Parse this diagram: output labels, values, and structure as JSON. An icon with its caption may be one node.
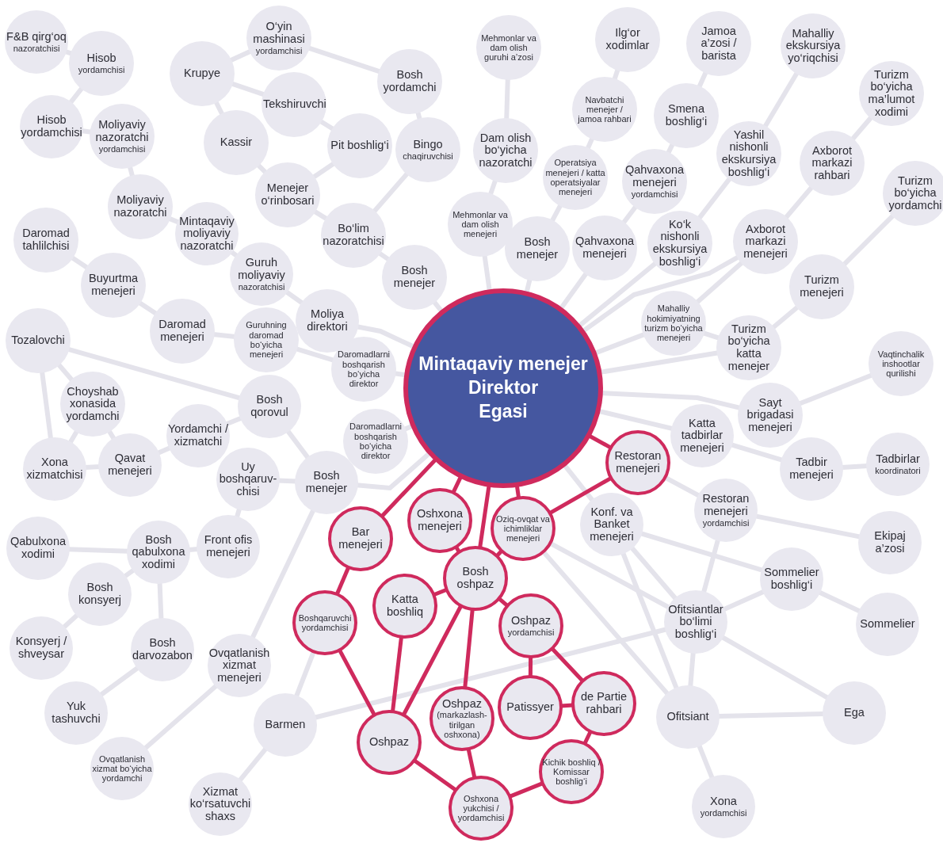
{
  "diagram": {
    "nodes": [
      {
        "text": [
          "Mintaqaviy menejer",
          "Direktor",
          "Egasi"
        ]
      },
      {
        "text": [
          "F&B qirg‘oq",
          "nazoratchisi"
        ]
      },
      {
        "text": [
          "Hisob",
          "yordamchisi"
        ]
      },
      {
        "text": [
          "Hisob yordamchisi"
        ]
      },
      {
        "text": [
          "Moliyaviy nazoratchi",
          "yordamchisi"
        ]
      },
      {
        "text": [
          "Moliyaviy nazoratchi"
        ]
      },
      {
        "text": [
          "Mintaqaviy moliyaviy nazoratchi"
        ]
      },
      {
        "text": [
          "Guruh moliyaviy",
          "nazoratchisi"
        ]
      },
      {
        "text": [
          "Moliya direktori"
        ]
      },
      {
        "text": [
          "Krupye"
        ]
      },
      {
        "text": [
          "O‘yin mashinasi",
          "yordamchisi"
        ]
      },
      {
        "text": [
          "Tekshiruvchi"
        ]
      },
      {
        "text": [
          "Kassir"
        ]
      },
      {
        "text": [
          "Menejer o‘rinbosari"
        ]
      },
      {
        "text": [
          "Pit boshlig‘i"
        ]
      },
      {
        "text": [
          "Bosh yordamchi"
        ]
      },
      {
        "text": [
          "Bingo",
          "chaqiruvchisi"
        ]
      },
      {
        "text": [
          "Bo‘lim nazoratchisi"
        ]
      },
      {
        "text": [
          "Bosh menejer"
        ]
      },
      {
        "text": [
          "Mehmonlar va dam olish guruhi a’zosi"
        ]
      },
      {
        "text": [
          "Dam olish bo‘yicha nazoratchi"
        ]
      },
      {
        "text": [
          "Mehmonlar va dam olish menejeri"
        ]
      },
      {
        "text": [
          "Bosh menejer"
        ]
      },
      {
        "text": [
          "Ilg‘or xodimlar"
        ]
      },
      {
        "text": [
          "Navbatchi menejer / jamoa rahbari"
        ]
      },
      {
        "text": [
          "Operatsiya menejeri / katta operatsiyalar menejeri"
        ]
      },
      {
        "text": [
          "Qahvaxona menejeri"
        ]
      },
      {
        "text": [
          "Jamoa a’zosi / barista"
        ]
      },
      {
        "text": [
          "Smena boshlig‘i"
        ]
      },
      {
        "text": [
          "Qahvaxona menejeri",
          "yordamchisi"
        ]
      },
      {
        "text": [
          "Mahalliy ekskursiya yo‘riqchisi"
        ]
      },
      {
        "text": [
          "Yashil nishonli ekskursiya boshlig‘i"
        ]
      },
      {
        "text": [
          "Ko‘k nishonli ekskursiya boshlig‘i"
        ]
      },
      {
        "text": [
          "Turizm bo‘yicha ma’lumot xodimi"
        ]
      },
      {
        "text": [
          "Axborot markazi rahbari"
        ]
      },
      {
        "text": [
          "Axborot markazi menejeri"
        ]
      },
      {
        "text": [
          "Turizm bo‘yicha yordamchi"
        ]
      },
      {
        "text": [
          "Turizm menejeri"
        ]
      },
      {
        "text": [
          "Mahalliy hokimiyatning turizm bo‘yicha menejeri"
        ]
      },
      {
        "text": [
          "Turizm bo‘yicha katta menejer"
        ]
      },
      {
        "text": [
          "Vaqtinchalik inshootlar qurilishi"
        ]
      },
      {
        "text": [
          "Sayt brigadasi menejeri"
        ]
      },
      {
        "text": [
          "Katta tadbirlar menejeri"
        ]
      },
      {
        "text": [
          "Tadbir menejeri"
        ]
      },
      {
        "text": [
          "Tadbirlar",
          "koordinatori"
        ]
      },
      {
        "text": [
          "Restoran menejeri"
        ]
      },
      {
        "text": [
          "Restoran menejeri",
          "yordamchisi"
        ]
      },
      {
        "text": [
          "Ekipaj a’zosi"
        ]
      },
      {
        "text": [
          "Sommelier boshlig‘i"
        ]
      },
      {
        "text": [
          "Sommelier"
        ]
      },
      {
        "text": [
          "Konf. va Banket menejeri"
        ]
      },
      {
        "text": [
          "Ofitsiantlar bo‘limi boshlig‘i"
        ]
      },
      {
        "text": [
          "Ofitsiant"
        ]
      },
      {
        "text": [
          "Ega"
        ]
      },
      {
        "text": [
          "Xona",
          "yordamchisi"
        ]
      },
      {
        "text": [
          "Daromad tahlilchisi"
        ]
      },
      {
        "text": [
          "Buyurtma menejeri"
        ]
      },
      {
        "text": [
          "Daromad menejeri"
        ]
      },
      {
        "text": [
          "Guruhning daromad bo‘yicha menejeri"
        ]
      },
      {
        "text": [
          "Daromadlarni boshqarish bo‘yicha direktor"
        ]
      },
      {
        "text": [
          "Daromadlarni boshqarish bo‘yicha direktor"
        ]
      },
      {
        "text": [
          "Tozalovchi"
        ]
      },
      {
        "text": [
          "Choyshab xonasida yordamchi"
        ]
      },
      {
        "text": [
          "Xona xizmatchisi"
        ]
      },
      {
        "text": [
          "Qavat menejeri"
        ]
      },
      {
        "text": [
          "Yordamchi / xizmatchi"
        ]
      },
      {
        "text": [
          "Bosh qorovul"
        ]
      },
      {
        "text": [
          "Uy boshqaruv- chisi"
        ]
      },
      {
        "text": [
          "Bosh menejer"
        ]
      },
      {
        "text": [
          "Qabulxona xodimi"
        ]
      },
      {
        "text": [
          "Bosh qabulxona xodimi"
        ]
      },
      {
        "text": [
          "Front ofis menejeri"
        ]
      },
      {
        "text": [
          "Bosh konsyerj"
        ]
      },
      {
        "text": [
          "Konsyerj / shveysar"
        ]
      },
      {
        "text": [
          "Bosh darvozabon"
        ]
      },
      {
        "text": [
          "Yuk tashuvchi"
        ]
      },
      {
        "text": [
          "Ovqatlanish xizmat bo‘yicha yordamchi"
        ]
      },
      {
        "text": [
          "Ovqatlanish xizmat menejeri"
        ]
      },
      {
        "text": [
          "Barmen"
        ]
      },
      {
        "text": [
          "Xizmat ko‘rsatuvchi shaxs"
        ]
      },
      {
        "text": [
          "Bar menejeri"
        ]
      },
      {
        "text": [
          "Oshxona menejeri"
        ]
      },
      {
        "text": [
          "Oziq-ovqat va ichimliklar menejeri"
        ]
      },
      {
        "text": [
          "Bosh oshpaz"
        ]
      },
      {
        "text": [
          "Katta boshliq"
        ]
      },
      {
        "text": [
          "Oshpaz",
          "yordamchisi"
        ]
      },
      {
        "text": [
          "Boshqaruvchi yordamchisi"
        ]
      },
      {
        "text": [
          "Oshpaz"
        ]
      },
      {
        "text": [
          "Oshpaz",
          "(markazlash- tirilgan oshxona)"
        ]
      },
      {
        "text": [
          "Patissyer"
        ]
      },
      {
        "text": [
          "de Partie rahbari"
        ]
      },
      {
        "text": [
          "Kichik boshliq / Komissar boshlig‘i"
        ]
      },
      {
        "text": [
          "Oshxona yukchisi / yordamchisi"
        ]
      }
    ],
    "edges": [
      {
        "from": 1,
        "to": 2,
        "arrow": "none"
      },
      {
        "from": 2,
        "to": 3,
        "arrow": "none"
      },
      {
        "from": 3,
        "to": 4,
        "arrow": "none"
      },
      {
        "from": 4,
        "to": 5,
        "arrow": "none"
      },
      {
        "from": 5,
        "to": 6,
        "arrow": "none"
      },
      {
        "from": 6,
        "to": 7,
        "arrow": "none"
      },
      {
        "from": 7,
        "to": 8,
        "arrow": "none"
      },
      {
        "from": 8,
        "to": 0,
        "arrow": "none"
      },
      {
        "from": 9,
        "to": 10,
        "arrow": "none"
      },
      {
        "from": 10,
        "to": 15,
        "arrow": "none"
      },
      {
        "from": 9,
        "to": 11,
        "arrow": "none"
      },
      {
        "from": 9,
        "to": 12,
        "arrow": "none"
      },
      {
        "from": 12,
        "to": 13,
        "arrow": "none"
      },
      {
        "from": 11,
        "to": 14,
        "arrow": "none"
      },
      {
        "from": 13,
        "to": 14,
        "arrow": "none"
      },
      {
        "from": 13,
        "to": 17,
        "arrow": "none"
      },
      {
        "from": 15,
        "to": 16,
        "arrow": "none"
      },
      {
        "from": 16,
        "to": 17,
        "arrow": "none"
      },
      {
        "from": 17,
        "to": 18,
        "arrow": "none"
      },
      {
        "from": 18,
        "to": 0,
        "arrow": "none"
      },
      {
        "from": 19,
        "to": 20,
        "arrow": "none"
      },
      {
        "from": 20,
        "to": 21,
        "arrow": "none"
      },
      {
        "from": 21,
        "to": 0,
        "arrow": "none"
      },
      {
        "from": 23,
        "to": 24,
        "arrow": "none"
      },
      {
        "from": 24,
        "to": 25,
        "arrow": "none"
      },
      {
        "from": 25,
        "to": 22,
        "arrow": "none"
      },
      {
        "from": 22,
        "to": 0,
        "arrow": "none"
      },
      {
        "from": 27,
        "to": 28,
        "arrow": "none"
      },
      {
        "from": 28,
        "to": 29,
        "arrow": "none"
      },
      {
        "from": 29,
        "to": 26,
        "arrow": "none"
      },
      {
        "from": 26,
        "to": 0,
        "arrow": "none"
      },
      {
        "from": 30,
        "to": 31,
        "arrow": "none"
      },
      {
        "from": 31,
        "to": 32,
        "arrow": "none"
      },
      {
        "from": 32,
        "to": 0,
        "arrow": "none"
      },
      {
        "from": 33,
        "to": 34,
        "arrow": "none"
      },
      {
        "from": 34,
        "to": 35,
        "arrow": "none"
      },
      {
        "from": 35,
        "to": 0,
        "arrow": "none"
      },
      {
        "from": 35,
        "to": 38,
        "arrow": "none"
      },
      {
        "from": 38,
        "to": 0,
        "arrow": "none"
      },
      {
        "from": 38,
        "to": 39,
        "arrow": "none"
      },
      {
        "from": 39,
        "to": 0,
        "arrow": "none"
      },
      {
        "from": 36,
        "to": 37,
        "arrow": "none"
      },
      {
        "from": 37,
        "to": 39,
        "arrow": "none"
      },
      {
        "from": 40,
        "to": 41,
        "arrow": "none"
      },
      {
        "from": 41,
        "to": 0,
        "arrow": "none"
      },
      {
        "from": 42,
        "to": 0,
        "arrow": "none"
      },
      {
        "from": 42,
        "to": 43,
        "arrow": "none"
      },
      {
        "from": 43,
        "to": 44,
        "arrow": "none"
      },
      {
        "from": 45,
        "to": 46,
        "arrow": "none"
      },
      {
        "from": 46,
        "to": 47,
        "arrow": "none"
      },
      {
        "from": 46,
        "to": 51,
        "arrow": "none"
      },
      {
        "from": 50,
        "to": 0,
        "arrow": "none"
      },
      {
        "from": 50,
        "to": 48,
        "arrow": "none"
      },
      {
        "from": 50,
        "to": 51,
        "arrow": "none"
      },
      {
        "from": 50,
        "to": 52,
        "arrow": "none"
      },
      {
        "from": 82,
        "to": 51,
        "arrow": "none"
      },
      {
        "from": 82,
        "to": 52,
        "arrow": "none"
      },
      {
        "from": 78,
        "to": 51,
        "arrow": "none"
      },
      {
        "from": 51,
        "to": 48,
        "arrow": "none"
      },
      {
        "from": 48,
        "to": 49,
        "arrow": "none"
      },
      {
        "from": 51,
        "to": 52,
        "arrow": "none"
      },
      {
        "from": 51,
        "to": 53,
        "arrow": "none"
      },
      {
        "from": 52,
        "to": 53,
        "arrow": "none"
      },
      {
        "from": 52,
        "to": 54,
        "arrow": "none"
      },
      {
        "from": 55,
        "to": 56,
        "arrow": "none"
      },
      {
        "from": 56,
        "to": 57,
        "arrow": "none"
      },
      {
        "from": 57,
        "to": 58,
        "arrow": "none"
      },
      {
        "from": 58,
        "to": 59,
        "arrow": "none"
      },
      {
        "from": 59,
        "to": 0,
        "arrow": "none"
      },
      {
        "from": 60,
        "to": 0,
        "arrow": "none"
      },
      {
        "from": 61,
        "to": 62,
        "arrow": "none"
      },
      {
        "from": 61,
        "to": 63,
        "arrow": "none"
      },
      {
        "from": 61,
        "to": 66,
        "arrow": "none"
      },
      {
        "from": 62,
        "to": 63,
        "arrow": "none"
      },
      {
        "from": 62,
        "to": 64,
        "arrow": "none"
      },
      {
        "from": 63,
        "to": 64,
        "arrow": "none"
      },
      {
        "from": 64,
        "to": 65,
        "arrow": "none"
      },
      {
        "from": 65,
        "to": 66,
        "arrow": "none"
      },
      {
        "from": 66,
        "to": 68,
        "arrow": "none"
      },
      {
        "from": 67,
        "to": 68,
        "arrow": "none"
      },
      {
        "from": 68,
        "to": 0,
        "arrow": "none"
      },
      {
        "from": 68,
        "to": 77,
        "arrow": "none"
      },
      {
        "from": 67,
        "to": 71,
        "arrow": "none"
      },
      {
        "from": 70,
        "to": 71,
        "arrow": "none"
      },
      {
        "from": 69,
        "to": 70,
        "arrow": "none"
      },
      {
        "from": 70,
        "to": 72,
        "arrow": "none"
      },
      {
        "from": 72,
        "to": 73,
        "arrow": "none"
      },
      {
        "from": 70,
        "to": 74,
        "arrow": "none"
      },
      {
        "from": 74,
        "to": 75,
        "arrow": "none"
      },
      {
        "from": 76,
        "to": 77,
        "arrow": "none"
      },
      {
        "from": 78,
        "to": 79,
        "arrow": "none"
      },
      {
        "from": 86,
        "to": 78,
        "arrow": "none"
      },
      {
        "from": 0,
        "to": 80,
        "arrow": "none",
        "color": "#cf2a5d"
      },
      {
        "from": 0,
        "to": 81,
        "arrow": "none",
        "color": "#cf2a5d"
      },
      {
        "from": 0,
        "to": 83,
        "arrow": "none",
        "color": "#cf2a5d"
      },
      {
        "from": 0,
        "to": 82,
        "arrow": "none",
        "color": "#cf2a5d"
      },
      {
        "from": 0,
        "to": 45,
        "arrow": "none",
        "color": "#cf2a5d"
      },
      {
        "from": 45,
        "to": 82,
        "arrow": "none",
        "color": "#cf2a5d"
      },
      {
        "from": 80,
        "to": 86,
        "arrow": "none",
        "color": "#cf2a5d"
      },
      {
        "from": 81,
        "to": 83,
        "arrow": "none",
        "color": "#cf2a5d"
      },
      {
        "from": 82,
        "to": 83,
        "arrow": "none",
        "color": "#cf2a5d"
      },
      {
        "from": 83,
        "to": 84,
        "arrow": "none",
        "color": "#cf2a5d"
      },
      {
        "from": 83,
        "to": 85,
        "arrow": "none",
        "color": "#cf2a5d"
      },
      {
        "from": 83,
        "to": 87,
        "arrow": "none",
        "color": "#cf2a5d"
      },
      {
        "from": 83,
        "to": 88,
        "arrow": "none",
        "color": "#cf2a5d"
      },
      {
        "from": 84,
        "to": 87,
        "arrow": "none",
        "color": "#cf2a5d"
      },
      {
        "from": 86,
        "to": 87,
        "arrow": "none",
        "color": "#cf2a5d"
      },
      {
        "from": 85,
        "to": 89,
        "arrow": "none",
        "color": "#cf2a5d"
      },
      {
        "from": 85,
        "to": 90,
        "arrow": "none",
        "color": "#cf2a5d"
      },
      {
        "from": 89,
        "to": 90,
        "arrow": "none",
        "color": "#cf2a5d"
      },
      {
        "from": 90,
        "to": 91,
        "arrow": "none",
        "color": "#cf2a5d"
      },
      {
        "from": 91,
        "to": 92,
        "arrow": "none",
        "color": "#cf2a5d"
      },
      {
        "from": 88,
        "to": 92,
        "arrow": "none",
        "color": "#cf2a5d"
      },
      {
        "from": 87,
        "to": 92,
        "arrow": "none",
        "color": "#cf2a5d"
      }
    ]
  }
}
